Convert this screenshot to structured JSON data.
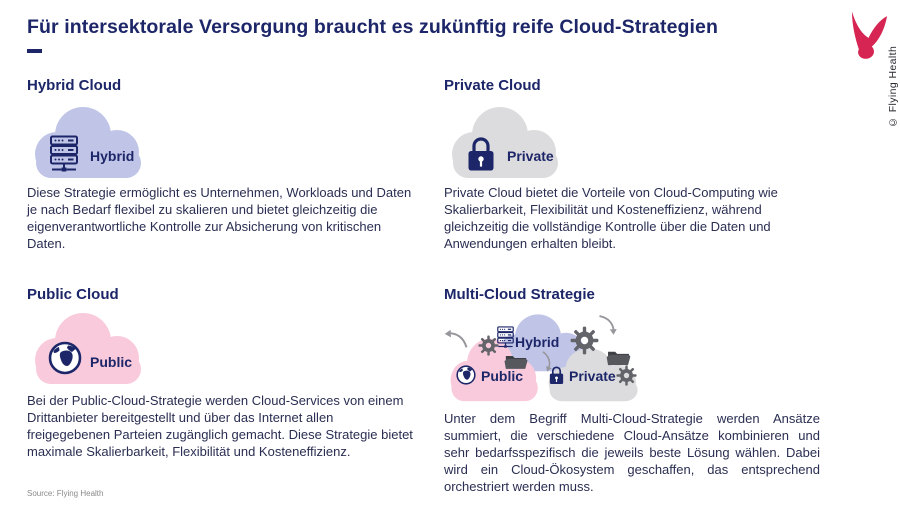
{
  "slide": {
    "title": "Für intersektorale Versorgung braucht es zukünftig reife Cloud-Strategien",
    "source": "Source: Flying Health",
    "copyright": "© Flying Health"
  },
  "colors": {
    "navy": "#1c2668",
    "body_text": "#2a2e52",
    "hybrid_cloud": "#c0c5e8",
    "private_cloud": "#dcdcde",
    "public_cloud": "#f9cadb",
    "logo_crimson": "#d62453"
  },
  "sections": [
    {
      "id": "hybrid",
      "heading": "Hybrid Cloud",
      "cloud_label": "Hybrid",
      "icon": "server-icon",
      "description": "Diese Strategie ermöglicht es Unternehmen, Workloads und Daten je nach Bedarf flexibel zu skalieren und bietet gleichzeitig die eigenverantwortliche Kontrolle zur Absicherung von kritischen Daten."
    },
    {
      "id": "private",
      "heading": "Private Cloud",
      "cloud_label": "Private",
      "icon": "lock-icon",
      "description": "Private Cloud bietet die Vorteile von Cloud-Computing wie Skalierbarkeit, Flexibilität und Kosteneffizienz, während gleichzeitig die vollständige Kontrolle über die Daten und Anwendungen erhalten bleibt."
    },
    {
      "id": "public",
      "heading": "Public Cloud",
      "cloud_label": "Public",
      "icon": "globe-icon",
      "description": "Bei der Public-Cloud-Strategie werden Cloud-Services von einem Drittanbieter bereitgestellt und über das Internet allen freigegebenen Parteien zugänglich gemacht. Diese Strategie bietet maximale Skalierbarkeit, Flexibilität und Kosteneffizienz."
    },
    {
      "id": "multi",
      "heading": "Multi-Cloud Strategie",
      "cloud_labels": {
        "hybrid": "Hybrid",
        "public": "Public",
        "private": "Private"
      },
      "description": "Unter dem Begriff Multi-Cloud-Strategie werden Ansätze summiert, die verschiedene Cloud-Ansätze kombinieren und sehr bedarfsspezifisch die jeweils beste Lösung wählen. Dabei wird ein Cloud-Ökosystem geschaffen, das entsprechend orchestriert werden muss."
    }
  ]
}
